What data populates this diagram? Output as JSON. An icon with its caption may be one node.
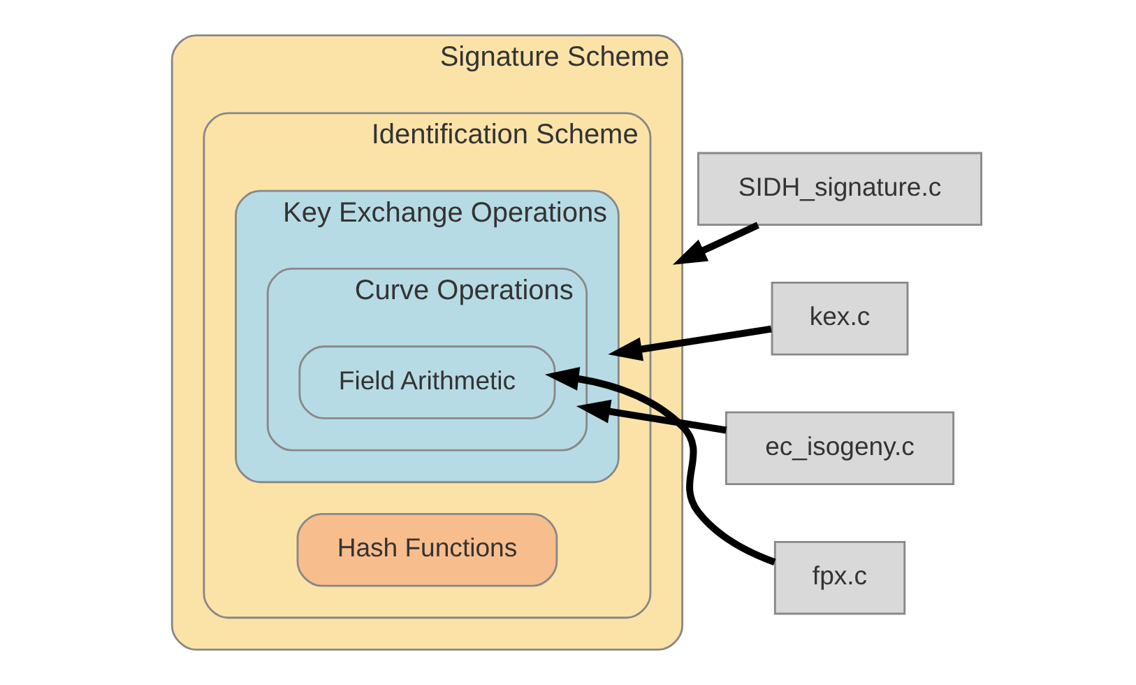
{
  "diagram": {
    "nodes": [
      {
        "text": [
          "Signature Scheme"
        ]
      },
      {
        "text": [
          "Identification Scheme"
        ],
        "in": 0
      },
      {
        "text": [
          "Key Exchange Operations"
        ],
        "in": 1
      },
      {
        "text": [
          "Curve Operations"
        ],
        "in": 2
      },
      {
        "text": [
          "Field Arithmetic"
        ],
        "in": 3
      },
      {
        "text": [
          "Hash Functions"
        ],
        "in": 1
      },
      {
        "text": [
          "SIDH_signature.c"
        ]
      },
      {
        "text": [
          "kex.c"
        ]
      },
      {
        "text": [
          "ec_isogeny.c"
        ]
      },
      {
        "text": [
          "fpx.c"
        ]
      }
    ],
    "edges": [
      {
        "from": 6,
        "to": 0,
        "arrow": "to"
      },
      {
        "from": 7,
        "to": 2,
        "arrow": "to"
      },
      {
        "from": 8,
        "to": 3,
        "arrow": "to"
      },
      {
        "from": 9,
        "to": 4,
        "arrow": "to"
      }
    ]
  }
}
